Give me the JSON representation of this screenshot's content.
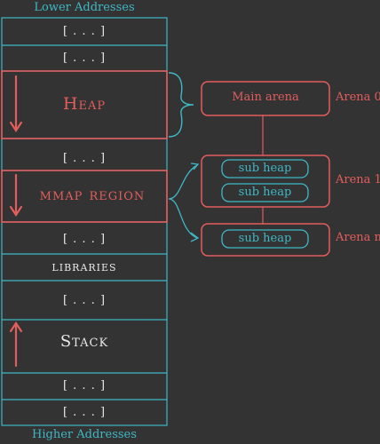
{
  "diagram": {
    "top_label": "Lower Addresses",
    "bottom_label": "Higher Addresses",
    "segments": [
      {
        "id": "gap-1",
        "label": "[ . . . ]"
      },
      {
        "id": "gap-2",
        "label": "[ . . . ]"
      },
      {
        "id": "heap",
        "label": "Heap"
      },
      {
        "id": "gap-3",
        "label": "[ . . . ]"
      },
      {
        "id": "mmap",
        "label": "mmap region"
      },
      {
        "id": "gap-4",
        "label": "[ . . . ]"
      },
      {
        "id": "libraries",
        "label": "libraries"
      },
      {
        "id": "gap-5",
        "label": "[ . . . ]"
      },
      {
        "id": "stack",
        "label": "Stack"
      },
      {
        "id": "gap-6",
        "label": "[ . . . ]"
      },
      {
        "id": "gap-7",
        "label": "[ . . . ]"
      }
    ],
    "arenas": [
      {
        "label": "Arena 0",
        "name": "Main arena",
        "heaps": []
      },
      {
        "label": "Arena 1",
        "name": "",
        "heaps": [
          "sub heap",
          "sub heap"
        ]
      },
      {
        "label": "Arena n",
        "name": "",
        "heaps": [
          "sub heap"
        ]
      }
    ],
    "colors": {
      "background": "#333333",
      "cyan": "#3fb8c6",
      "red": "#e35d5d",
      "white": "#e8e8e8"
    }
  }
}
